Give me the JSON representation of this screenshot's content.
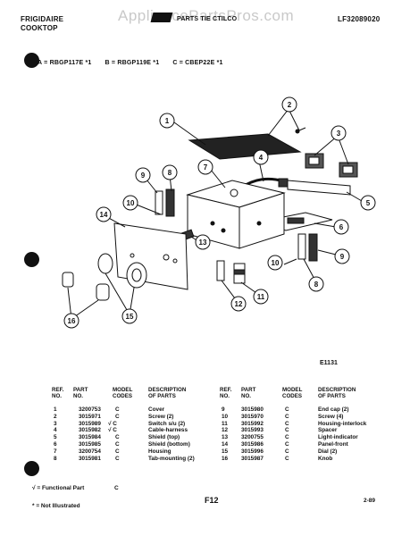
{
  "header": {
    "brand": "FRIGIDAIRE",
    "product": "COOKTOP",
    "center_text": "PARTS  TIE  CTILCO",
    "doc_number": "LF32089020",
    "watermark": "AppliancePartsPros.com",
    "models_line": "A = RBGP117E *1       B = RBGP119E *1       C = CBEP22E *1"
  },
  "diagram": {
    "callouts": [
      "1",
      "2",
      "3",
      "4",
      "5",
      "6",
      "7",
      "8",
      "9",
      "10",
      "11",
      "12",
      "13",
      "14",
      "15",
      "16",
      "8",
      "9",
      "10"
    ],
    "figure_code": "E1131"
  },
  "table": {
    "headers": {
      "ref": "REF.\nNO.",
      "part": "PART\nNO.",
      "model": "MODEL\nCODES",
      "desc": "DESCRIPTION\nOF PARTS"
    },
    "left_rows": [
      {
        "ref": "1",
        "part": "3200753",
        "model": "C",
        "desc": "Cover"
      },
      {
        "ref": "2",
        "part": "3015971",
        "model": "C",
        "desc": "Screw (2)"
      },
      {
        "ref": "3",
        "part": "3015989",
        "model": "√ C",
        "desc": "Switch s/u (2)"
      },
      {
        "ref": "4",
        "part": "3015982",
        "model": "√ C",
        "desc": "Cable-harness"
      },
      {
        "ref": "5",
        "part": "3015984",
        "model": "C",
        "desc": "Shield (top)"
      },
      {
        "ref": "6",
        "part": "3015985",
        "model": "C",
        "desc": "Shield (bottom)"
      },
      {
        "ref": "7",
        "part": "3200754",
        "model": "C",
        "desc": "Housing"
      },
      {
        "ref": "8",
        "part": "3015981",
        "model": "C",
        "desc": "Tab-mounting (2)"
      }
    ],
    "right_rows": [
      {
        "ref": "9",
        "part": "3015980",
        "model": "C",
        "desc": "End cap (2)"
      },
      {
        "ref": "10",
        "part": "3015970",
        "model": "C",
        "desc": "Screw (4)"
      },
      {
        "ref": "11",
        "part": "3015992",
        "model": "C",
        "desc": "Housing-interlock"
      },
      {
        "ref": "12",
        "part": "3015993",
        "model": "C",
        "desc": "Spacer"
      },
      {
        "ref": "13",
        "part": "3200755",
        "model": "C",
        "desc": "Light-indicator"
      },
      {
        "ref": "14",
        "part": "3015986",
        "model": "C",
        "desc": "Panel-front"
      },
      {
        "ref": "15",
        "part": "3015996",
        "model": "C",
        "desc": "Dial (2)"
      },
      {
        "ref": "16",
        "part": "3015987",
        "model": "C",
        "desc": "Knob"
      }
    ]
  },
  "footer": {
    "note1": "√ = Functional Part",
    "note1_mark": "C",
    "note2": "* = Not Illustrated",
    "page_code": "F12",
    "page_num": "2-89"
  }
}
